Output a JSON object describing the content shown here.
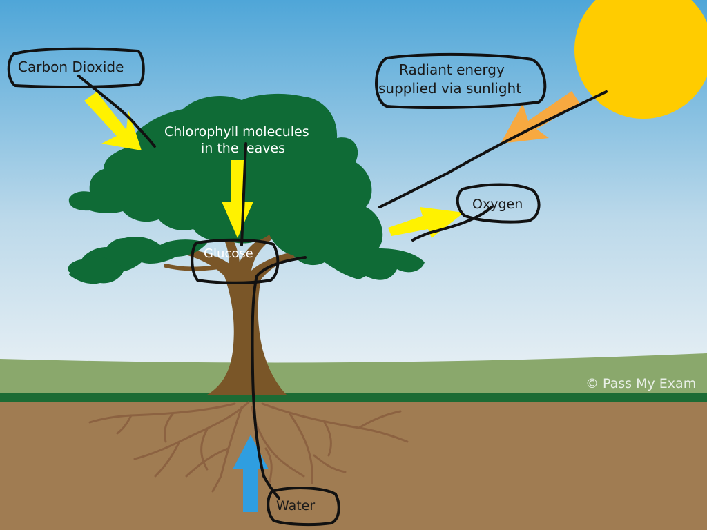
{
  "labels": {
    "carbon_dioxide": "Carbon Dioxide",
    "radiant_line1": "Radiant energy",
    "radiant_line2": "supplied via sunlight",
    "chlorophyll_line1": "Chlorophyll molecules",
    "chlorophyll_line2": "in the leaves",
    "oxygen": "Oxygen",
    "glucose": "Glucose",
    "water": "Water"
  },
  "credit": "© Pass My Exam",
  "colors": {
    "sky_top": "#4fa6d8",
    "sky_bottom": "#eef3f6",
    "sun": "#ffcc00",
    "grass": "#8aa86c",
    "ground_line": "#1c6b34",
    "soil": "#a07c52",
    "roots": "#8a6040",
    "foliage": "#0f6b36",
    "trunk": "#7a5628",
    "arrow_yellow": "#fff200",
    "arrow_orange": "#f7a940",
    "arrow_blue": "#2f9ee0",
    "ink": "#111111"
  }
}
